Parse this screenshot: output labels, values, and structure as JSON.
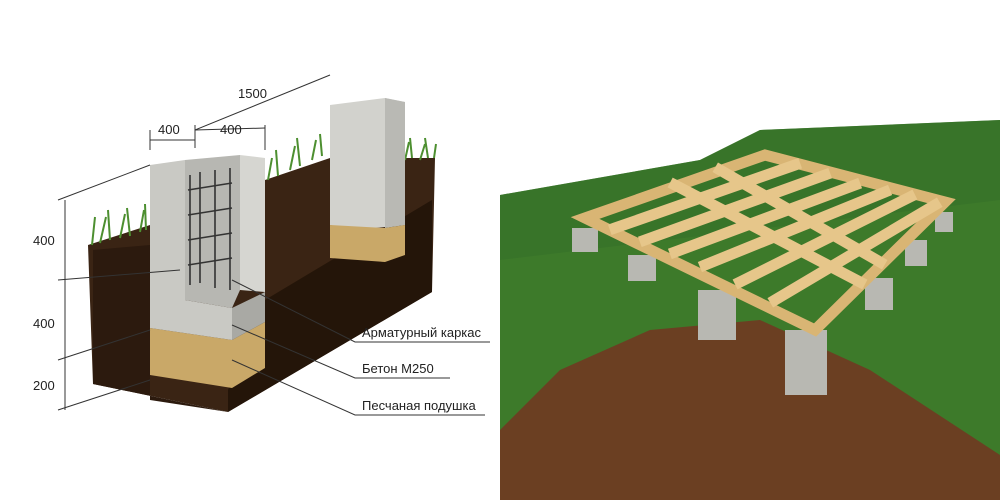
{
  "left_diagram": {
    "dimensions": {
      "span": "1500",
      "width_a": "400",
      "width_b": "400",
      "height_above": "400",
      "depth_concrete": "400",
      "depth_sand": "200"
    },
    "callouts": [
      {
        "label": "Арматурный каркас"
      },
      {
        "label": "Бетон М250"
      },
      {
        "label": "Песчаная подушка"
      }
    ]
  },
  "colors": {
    "soil": "#3a2414",
    "grass": "#3f7d2a",
    "concrete": "#c9c9c4",
    "sand": "#c9a868",
    "wood": "#e8c98f"
  }
}
